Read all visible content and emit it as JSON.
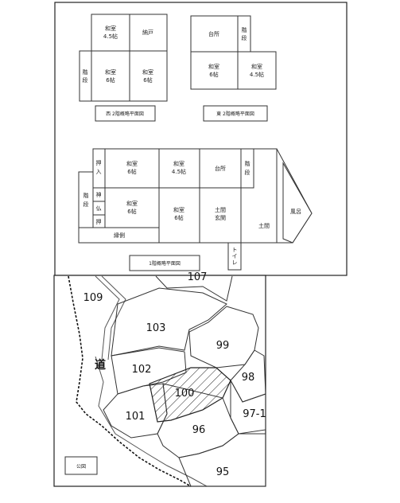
{
  "floorplan": {
    "west_caption": "西 2階概略平面図",
    "east_caption": "東 2階概略平面図",
    "first_caption": "1階概略平面図",
    "rooms": {
      "w_washitsu_45": [
        "和室",
        "4.5帖"
      ],
      "w_nando": [
        "納戸"
      ],
      "w_kaidan": [
        "階",
        "段"
      ],
      "w_washitsu_6a": [
        "和室",
        "6帖"
      ],
      "w_washitsu_6b": [
        "和室",
        "6帖"
      ],
      "e_daidokoro": [
        "台所"
      ],
      "e_kaidan": [
        "階",
        "段"
      ],
      "e_washitsu_6": [
        "和室",
        "6帖"
      ],
      "e_washitsu_45": [
        "和室",
        "4.5帖"
      ],
      "f_oshiire": [
        "押",
        "入"
      ],
      "f_washitsu_6a": [
        "和室",
        "6帖"
      ],
      "f_washitsu_45": [
        "和室",
        "4.5帖"
      ],
      "f_daidokoro": [
        "台所"
      ],
      "f_kaidan_r": [
        "階",
        "段"
      ],
      "f_kaidan_l": [
        "階",
        "段"
      ],
      "f_kami": [
        "神"
      ],
      "f_butsu": [
        "仏"
      ],
      "f_oshi": [
        "押"
      ],
      "f_washitsu_6b": [
        "和室",
        "6帖"
      ],
      "f_washitsu_6c": [
        "和室",
        "6帖"
      ],
      "f_doma": [
        "土間",
        "玄関"
      ],
      "f_engawa": [
        "縁側"
      ],
      "f_toilet": [
        "ト",
        "イ",
        "レ"
      ],
      "f_doma2": [
        "土間"
      ],
      "f_furo": [
        "風呂"
      ]
    }
  },
  "map": {
    "road_label": "道",
    "legend": "公図",
    "parcels": [
      "109",
      "107",
      "103",
      "99",
      "102",
      "98",
      "100",
      "101",
      "96",
      "97-1",
      "95"
    ]
  }
}
